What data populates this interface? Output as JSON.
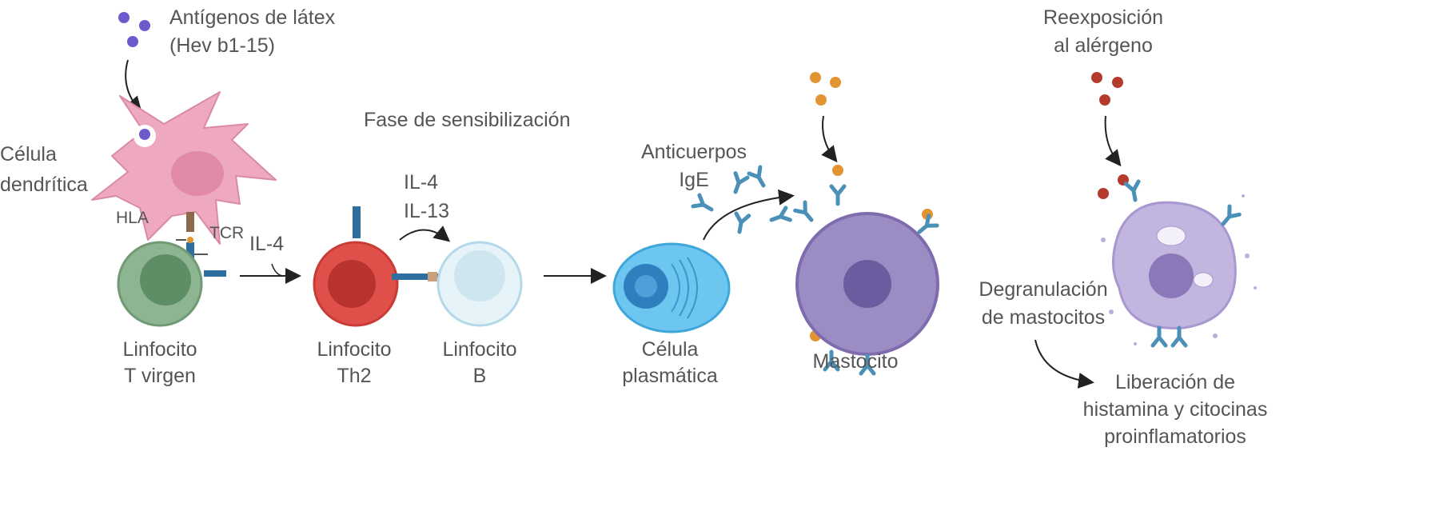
{
  "labels": {
    "antigen_line1": "Antígenos de látex",
    "antigen_line2": "(Hev b1-15)",
    "dendritic_line1": "Célula",
    "dendritic_line2": "dendrítica",
    "hla": "HLA",
    "tcr": "TCR",
    "il4": "IL-4",
    "phase": "Fase de sensibilización",
    "il4b": "IL-4",
    "il13": "IL-13",
    "antibodies_line1": "Anticuerpos",
    "antibodies_line2": "IgE",
    "t_line1": "Linfocito",
    "t_line2": "T virgen",
    "th2_line1": "Linfocito",
    "th2_line2": "Th2",
    "b_line1": "Linfocito",
    "b_line2": "B",
    "plasma_line1": "Célula",
    "plasma_line2": "plasmática",
    "mast": "Mastocito",
    "reexp_line1": "Reexposición",
    "reexp_line2": "al alérgeno",
    "degran_line1": "Degranulación",
    "degran_line2": "de mastocitos",
    "release_line1": "Liberación de",
    "release_line2": "histamina y citocinas",
    "release_line3": "proinflamatorios"
  },
  "colors": {
    "text": "#555555",
    "latex_antigen": "#6a5acd",
    "dendritic": "#eea9c0",
    "t_cell": "#7aa57f",
    "th2": "#e0504a",
    "b_cell": "#dceef6",
    "plasma": "#6cc6f0",
    "mast": "#9c8cc4",
    "allergen_orange": "#e39432",
    "allergen_red": "#b53a2e",
    "antibody": "#4a90b8"
  }
}
